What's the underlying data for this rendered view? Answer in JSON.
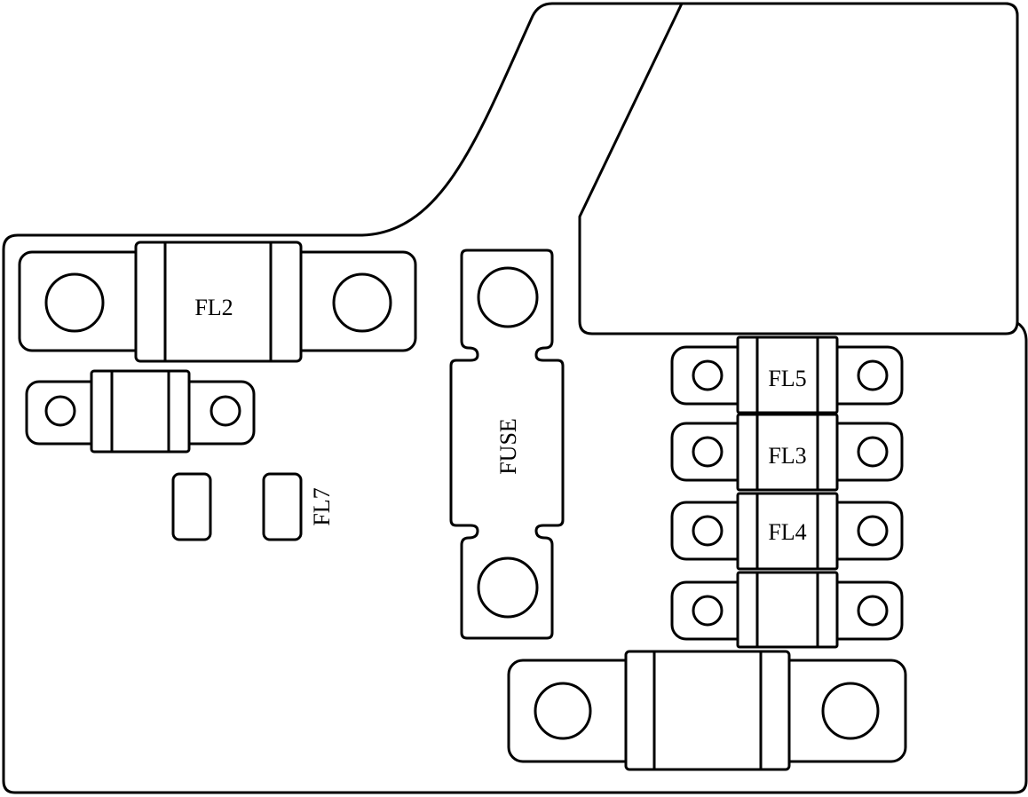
{
  "diagram": {
    "labels": {
      "fl2": "FL2",
      "fl7": "FL7",
      "fuse": "FUSE",
      "fl5": "FL5",
      "fl3": "FL3",
      "fl4": "FL4"
    },
    "colors": {
      "line": "#000000",
      "fill": "#ffffff"
    }
  }
}
